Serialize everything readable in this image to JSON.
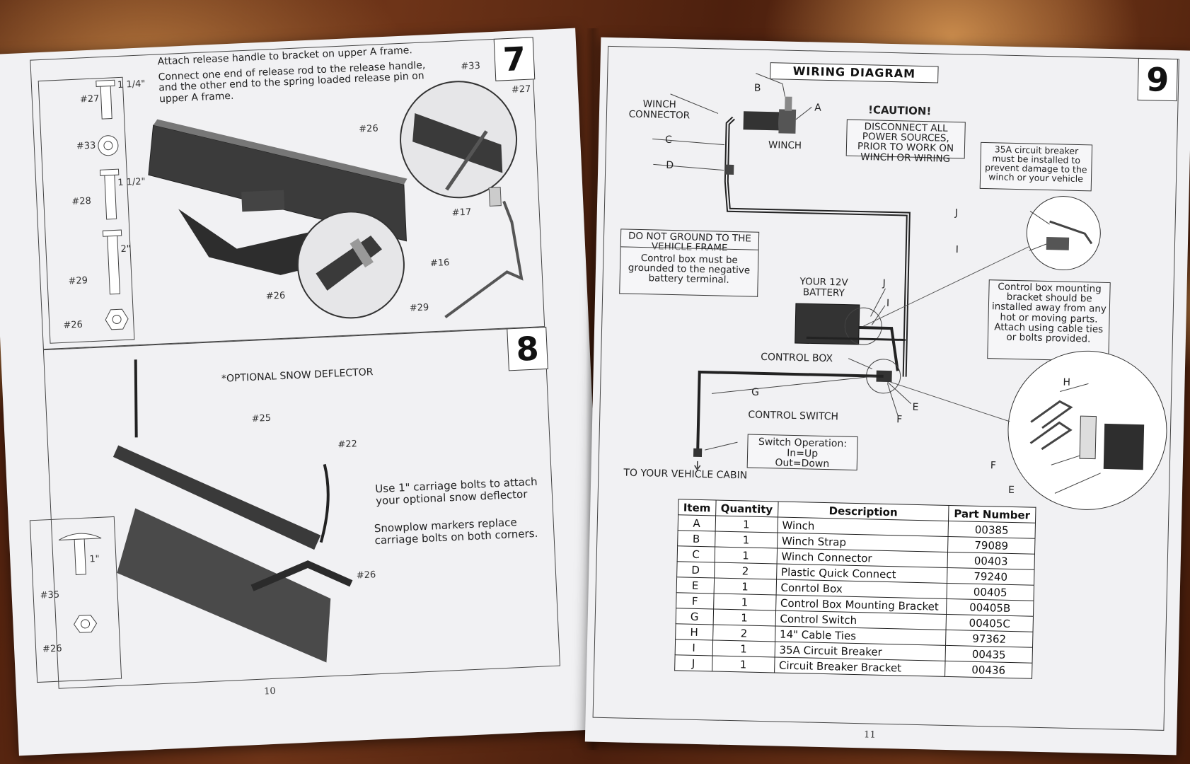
{
  "left_page": {
    "step7": {
      "number": "7",
      "instruction1": "Attach release handle to bracket on upper A frame.",
      "instruction2": "Connect one end of release rod to the release handle, and the other end to the spring loaded release pin on upper A frame.",
      "hardware": [
        {
          "id": "#27",
          "size": "1 1/4\""
        },
        {
          "id": "#33",
          "size": ""
        },
        {
          "id": "#28",
          "size": "1 1/2\""
        },
        {
          "id": "#29",
          "size": "2\""
        },
        {
          "id": "#26",
          "size": ""
        }
      ],
      "callouts": [
        "#33",
        "#27",
        "#26",
        "#26",
        "#17",
        "#16",
        "#29",
        "#26"
      ]
    },
    "step8": {
      "number": "8",
      "deflector_label": "*OPTIONAL SNOW DEFLECTOR",
      "note1": "Use 1\" carriage bolts to attach your optional snow deflector",
      "note2": "Snowplow markers replace carriage bolts on both corners.",
      "hardware": [
        {
          "id": "#35",
          "size": "1\""
        },
        {
          "id": "#26",
          "size": ""
        }
      ],
      "callouts": [
        "#25",
        "#22",
        "#26"
      ]
    },
    "page_number": "10"
  },
  "right_page": {
    "step_number": "9",
    "title": "WIRING DIAGRAM",
    "caution_title": "!CAUTION!",
    "caution_text": "DISCONNECT ALL POWER SOURCES, PRIOR TO WORK ON WINCH OR WIRING",
    "breaker_note": "35A circuit breaker must be installed to prevent damage to the winch or your vehicle",
    "ground_title": "DO NOT GROUND TO THE VEHICLE FRAME",
    "ground_text": "Control box must be grounded to the negative battery terminal.",
    "mount_note": "Control box mounting bracket should be installed away from any hot or moving parts. Attach using cable ties or bolts provided.",
    "labels": {
      "winch_connector": "WINCH CONNECTOR",
      "winch": "WINCH",
      "battery": "YOUR 12V BATTERY",
      "control_box": "CONTROL BOX",
      "control_switch": "CONTROL SWITCH",
      "vehicle_cabin": "TO YOUR VEHICLE CABIN",
      "a": "A",
      "b": "B",
      "c": "C",
      "d": "D",
      "e": "E",
      "f": "F",
      "g": "G",
      "h": "H",
      "i": "I",
      "j": "J"
    },
    "switch_title": "Switch Operation:",
    "switch_in": "In=Up",
    "switch_out": "Out=Down",
    "table": {
      "headers": [
        "Item",
        "Quantity",
        "Description",
        "Part Number"
      ],
      "rows": [
        [
          "A",
          "1",
          "Winch",
          "00385"
        ],
        [
          "B",
          "1",
          "Winch Strap",
          "79089"
        ],
        [
          "C",
          "1",
          "Winch Connector",
          "00403"
        ],
        [
          "D",
          "2",
          "Plastic Quick Connect",
          "79240"
        ],
        [
          "E",
          "1",
          "Conrtol Box",
          "00405"
        ],
        [
          "F",
          "1",
          "Control Box Mounting Bracket",
          "00405B"
        ],
        [
          "G",
          "1",
          "Control Switch",
          "00405C"
        ],
        [
          "H",
          "2",
          "14\" Cable Ties",
          "97362"
        ],
        [
          "I",
          "1",
          "35A Circuit Breaker",
          "00435"
        ],
        [
          "J",
          "1",
          "Circuit Breaker Bracket",
          "00436"
        ]
      ]
    },
    "page_number": "11"
  }
}
